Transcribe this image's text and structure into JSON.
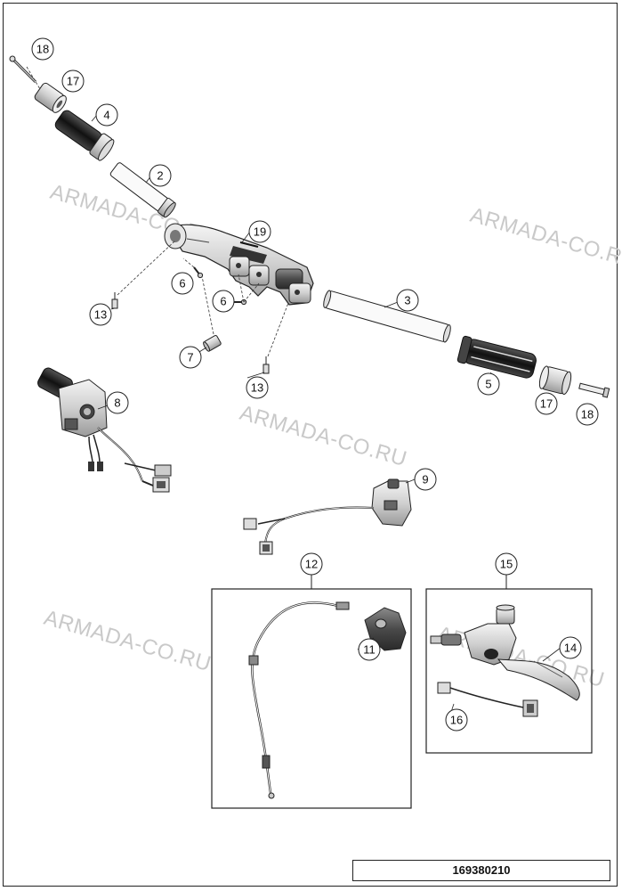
{
  "diagram_code": "169380210",
  "watermarks": [
    "ARMADA-CO.RU",
    "ARMADA-CO.RU",
    "ARMADA-CO.RU",
    "ARMADA-CO.RU",
    "ARMADA-CO.RU"
  ],
  "callouts": {
    "c18a": "18",
    "c17a": "17",
    "c4": "4",
    "c2": "2",
    "c19": "19",
    "c6a": "6",
    "c6b": "6",
    "c13a": "13",
    "c7": "7",
    "c3": "3",
    "c13b": "13",
    "c5": "5",
    "c17b": "17",
    "c18b": "18",
    "c8": "8",
    "c9": "9",
    "c12": "12",
    "c11": "11",
    "c15": "15",
    "c14": "14",
    "c16": "16"
  }
}
